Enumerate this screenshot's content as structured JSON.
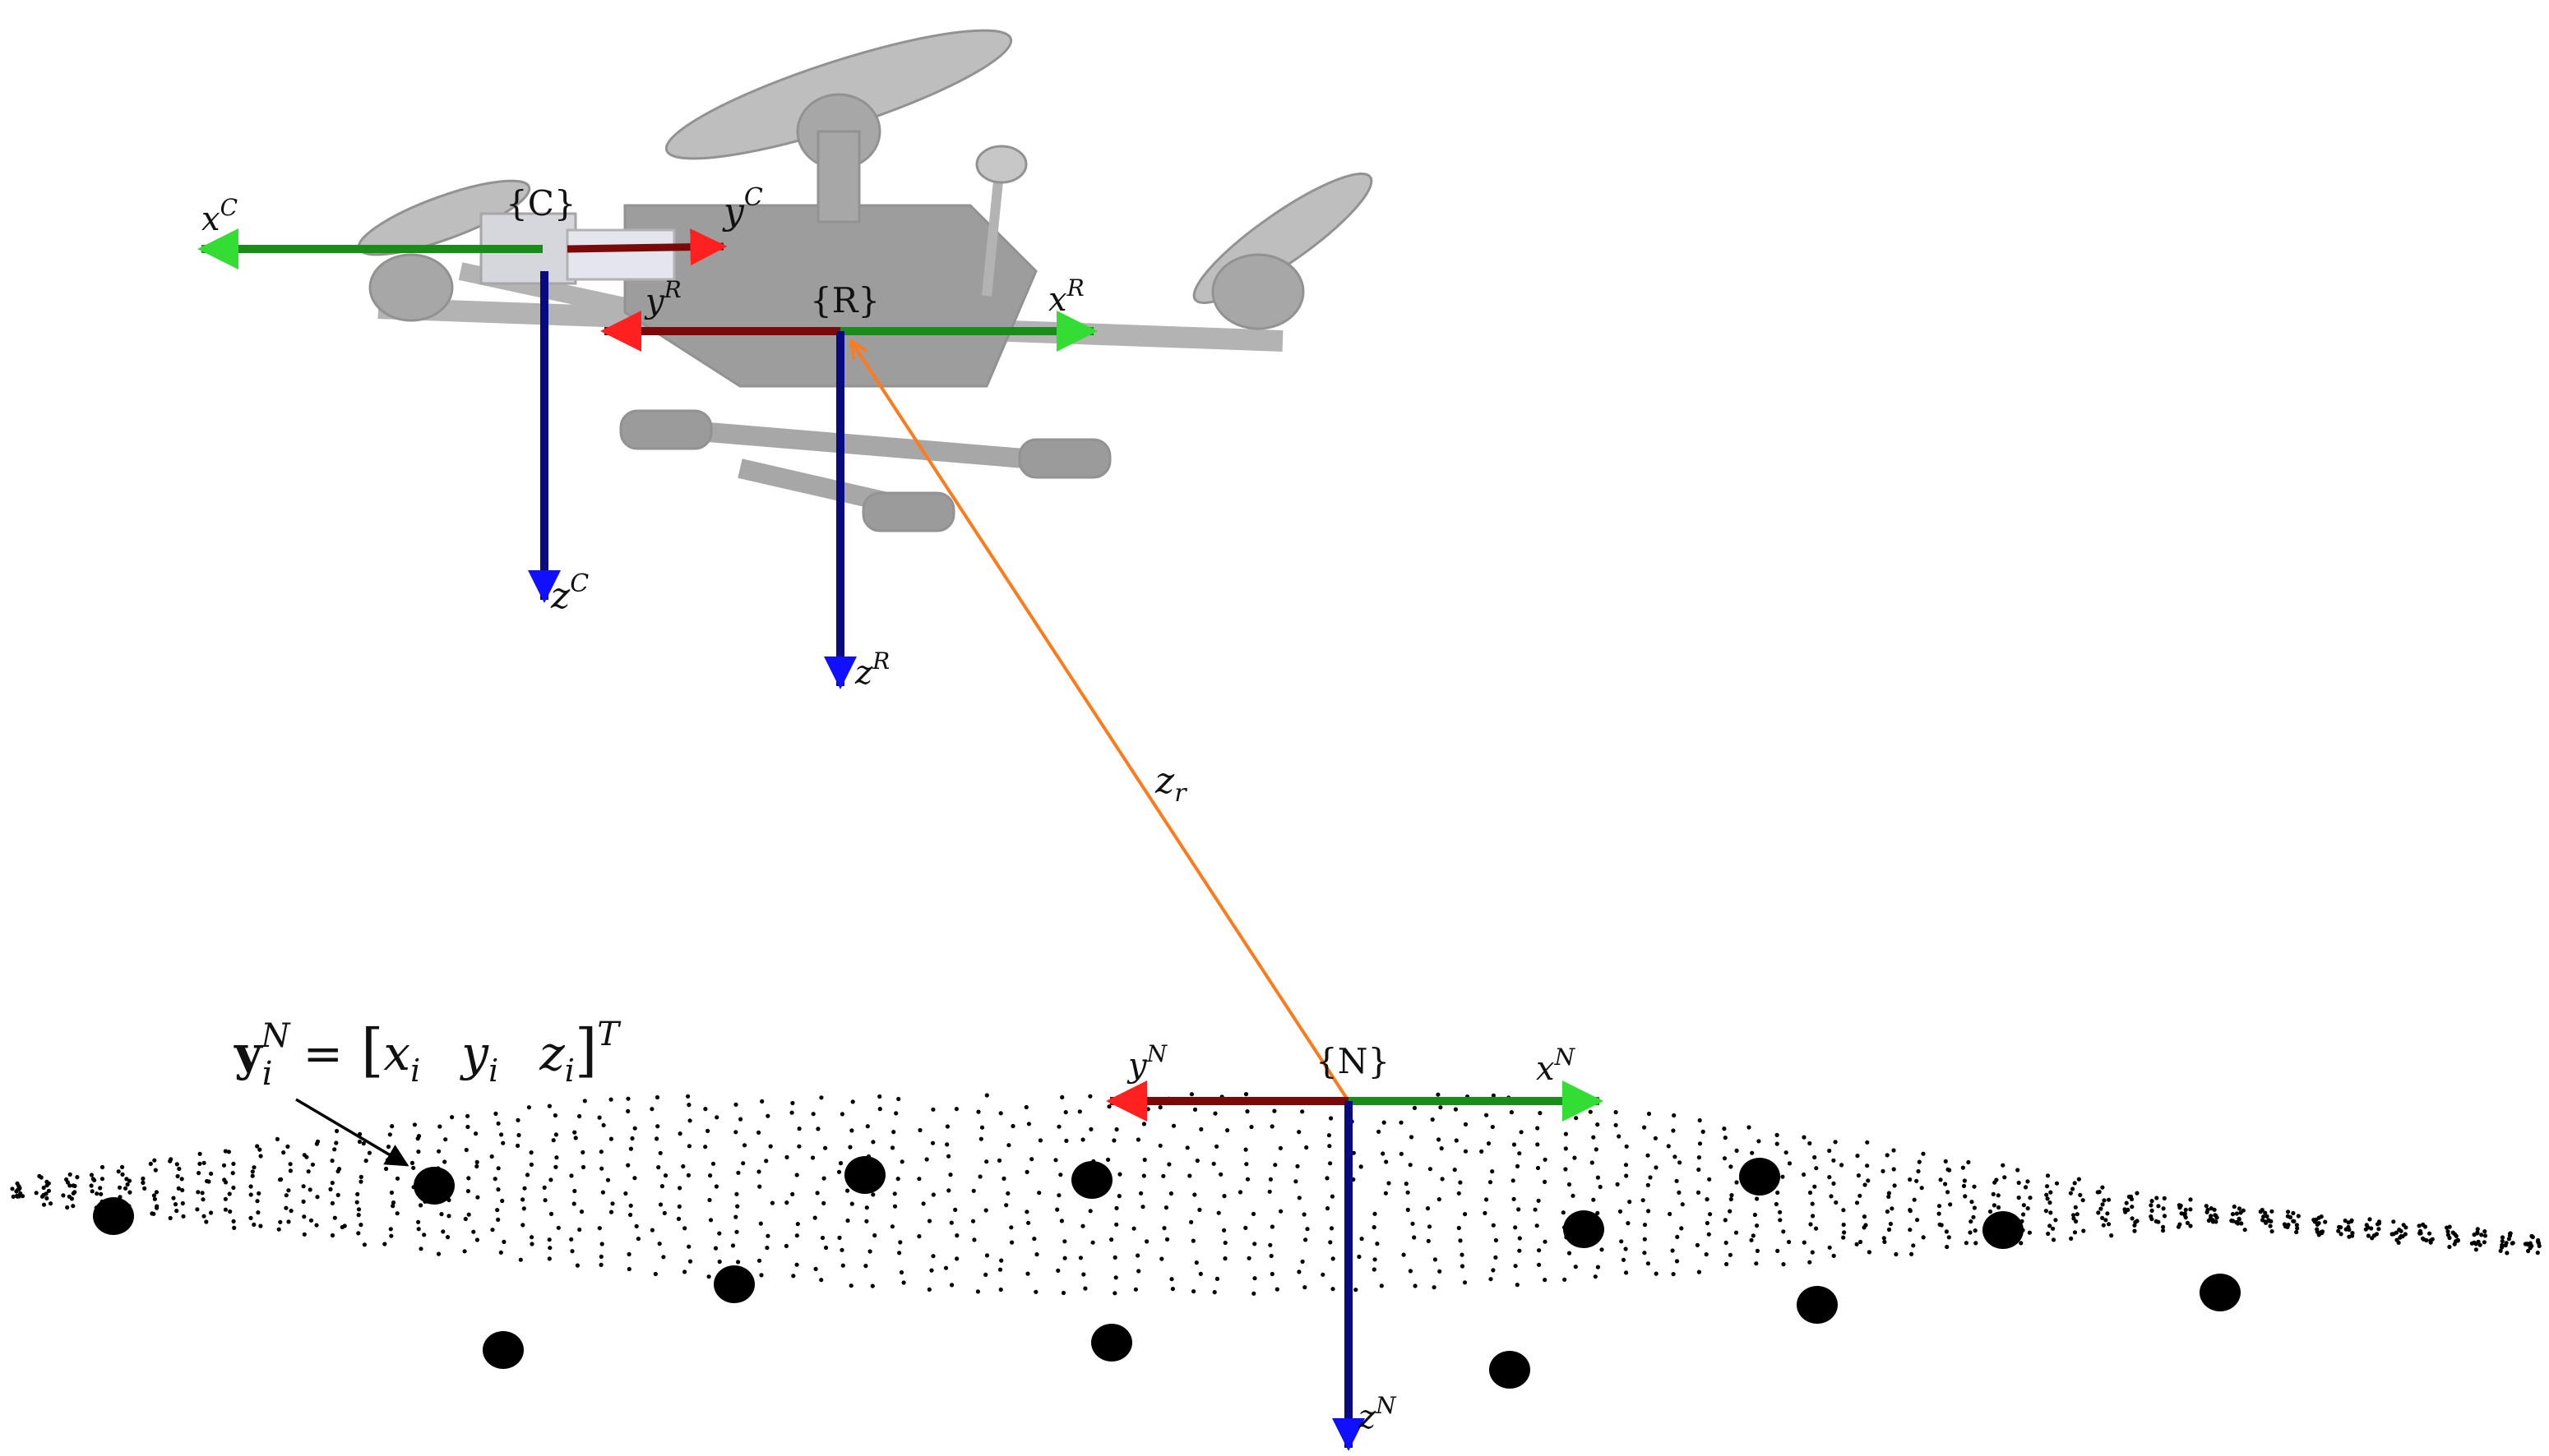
{
  "labels": {
    "frame_c": "{C}",
    "frame_r": "{R}",
    "frame_n": "{N}",
    "axis_xc": "x",
    "axis_xc_sup": "C",
    "axis_yc": "y",
    "axis_yc_sup": "C",
    "axis_zc": "z",
    "axis_zc_sup": "C",
    "axis_xr": "x",
    "axis_xr_sup": "R",
    "axis_yr": "y",
    "axis_yr_sup": "R",
    "axis_zr": "z",
    "axis_zr_sup": "R",
    "axis_xn": "x",
    "axis_xn_sup": "N",
    "axis_yn": "y",
    "axis_yn_sup": "N",
    "axis_zn": "z",
    "axis_zn_sup": "N",
    "range": "z",
    "range_sub": "r",
    "eq_lhs": "y",
    "eq_lhs_sub": "i",
    "eq_lhs_sup": "N",
    "eq_equals": "=",
    "eq_x": "x",
    "eq_y": "y",
    "eq_z": "z",
    "eq_idx": "i",
    "eq_T": "T"
  },
  "colors": {
    "x_axis": "#1a8c1a",
    "x_arrow": "#33dd33",
    "y_axis": "#7a0a0a",
    "y_arrow": "#ff2020",
    "z_axis": "#0a0a80",
    "z_arrow": "#1010ff",
    "range_line": "#ff7a1a",
    "drone": "#8c8c8c",
    "points": "#000000"
  }
}
